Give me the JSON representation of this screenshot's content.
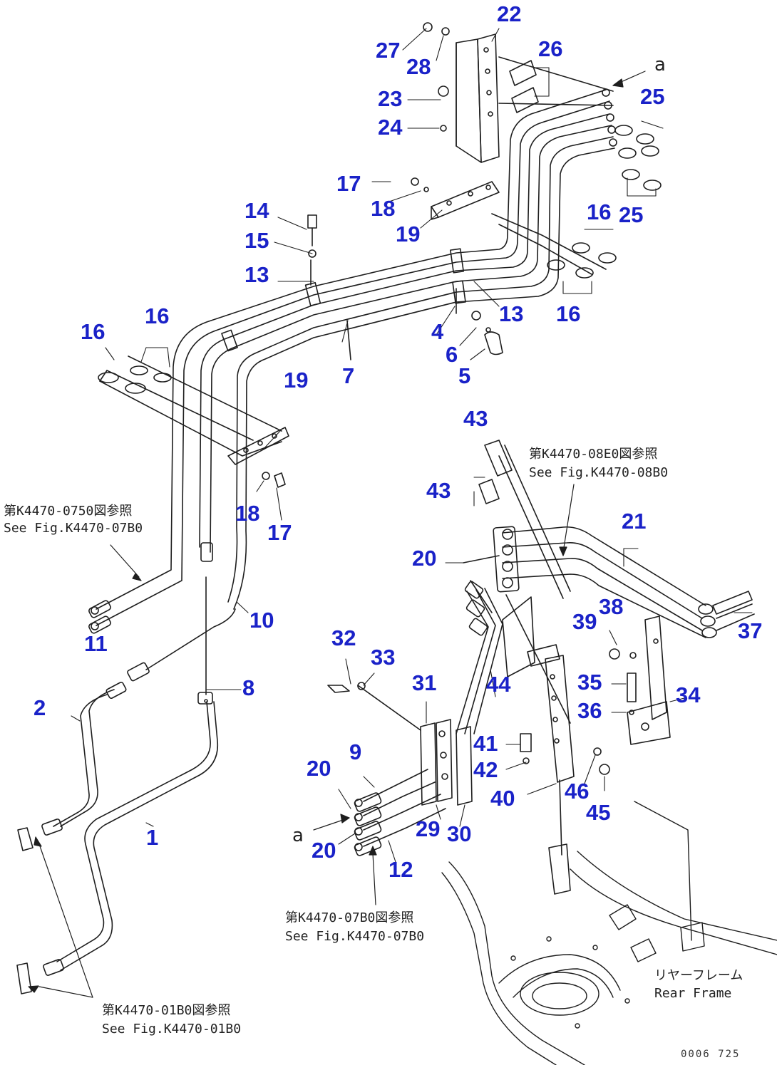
{
  "callouts": {
    "c1": "1",
    "c2": "2",
    "c4": "4",
    "c5": "5",
    "c6": "6",
    "c7": "7",
    "c8": "8",
    "c9": "9",
    "c10": "10",
    "c11": "11",
    "c12": "12",
    "c13a": "13",
    "c13b": "13",
    "c14": "14",
    "c15": "15",
    "c16a": "16",
    "c16b": "16",
    "c16c": "16",
    "c16d": "16",
    "c17a": "17",
    "c17b": "17",
    "c18a": "18",
    "c18b": "18",
    "c19a": "19",
    "c19b": "19",
    "c20a": "20",
    "c20b": "20",
    "c20c": "20",
    "c21": "21",
    "c22": "22",
    "c23": "23",
    "c24": "24",
    "c25a": "25",
    "c25b": "25",
    "c26": "26",
    "c27": "27",
    "c28": "28",
    "c29": "29",
    "c30": "30",
    "c31": "31",
    "c32": "32",
    "c33": "33",
    "c34": "34",
    "c35": "35",
    "c36": "36",
    "c37": "37",
    "c38": "38",
    "c39": "39",
    "c40": "40",
    "c41": "41",
    "c42": "42",
    "c43a": "43",
    "c43b": "43",
    "c44": "44",
    "c45": "45",
    "c46": "46"
  },
  "notes": {
    "left_jp": "第K4470-0750図参照",
    "left_en": "See Fig.K4470-07B0",
    "upper_right_jp": "第K4470-08E0図参照",
    "upper_right_en": "See Fig.K4470-08B0",
    "bottom_center_jp": "第K4470-07B0図参照",
    "bottom_center_en": "See Fig.K4470-07B0",
    "bottom_left_jp": "第K4470-01B0図参照",
    "bottom_left_en": "See Fig.K4470-01B0",
    "rear_frame_jp": "リヤーフレーム",
    "rear_frame_en": "Rear Frame"
  },
  "marks": {
    "a_top": "a",
    "a_bottom": "a"
  },
  "drawing_code": "0006 725",
  "colors": {
    "callout": "#1a22c8",
    "line": "#1e1e1e"
  }
}
